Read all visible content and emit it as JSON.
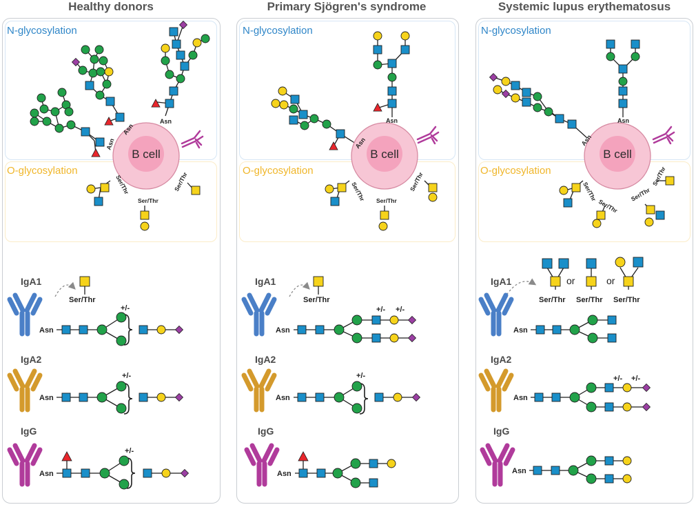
{
  "panels": [
    {
      "title": "Healthy donors"
    },
    {
      "title": "Primary Sjögren's syndrome"
    },
    {
      "title": "Systemic lupus erythematosus"
    }
  ],
  "labels": {
    "n_glyco": "N-glycosylation",
    "o_glyco": "O-glycosylation",
    "bcell": "B cell",
    "asn": "Asn",
    "serthr": "Ser/Thr",
    "iga1": "IgA1",
    "iga2": "IgA2",
    "igg": "IgG",
    "pm": "+/-",
    "or": "or"
  },
  "legend_colors": {
    "glcnac": "#1a8fc9",
    "mannose": "#22a24a",
    "galactose": "#f6d31b",
    "galnac": "#f6d31b",
    "sialic_acid": "#9b3fa3",
    "fucose": "#e8262c",
    "cell": "#f7c6d5",
    "nucleus": "#f4a3bd",
    "iga1": "#4a7fc7",
    "iga2": "#d49a2c",
    "igg": "#b03b9b"
  }
}
